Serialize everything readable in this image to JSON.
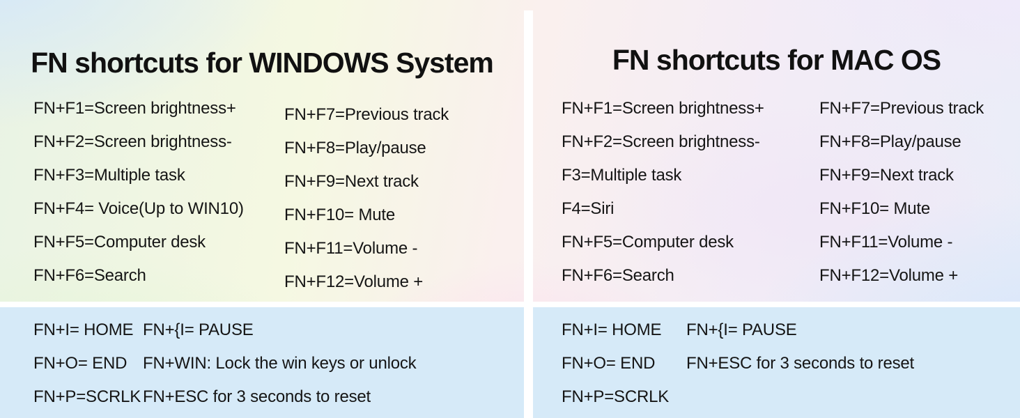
{
  "left_panel": {
    "title": "FN shortcuts for WINDOWS System",
    "column1": [
      "FN+F1=Screen brightness+",
      "FN+F2=Screen brightness-",
      "FN+F3=Multiple task",
      "FN+F4= Voice(Up to WIN10)",
      "FN+F5=Computer desk",
      "FN+F6=Search"
    ],
    "column2": [
      "FN+F7=Previous track",
      "FN+F8=Play/pause",
      "FN+F9=Next track",
      "FN+F10= Mute",
      "FN+F11=Volume -",
      "FN+F12=Volume +"
    ],
    "extra": {
      "column1": [
        "FN+I= HOME",
        "FN+O= END",
        "FN+P=SCRLK"
      ],
      "column2": [
        "FN+{I= PAUSE",
        "FN+WIN: Lock the win keys or unlock",
        "FN+ESC for 3 seconds to reset"
      ]
    }
  },
  "right_panel": {
    "title": "FN shortcuts for MAC OS",
    "column1": [
      "FN+F1=Screen brightness+",
      "FN+F2=Screen brightness-",
      "F3=Multiple task",
      "F4=Siri",
      "FN+F5=Computer desk",
      "FN+F6=Search"
    ],
    "column2": [
      "FN+F7=Previous track",
      "FN+F8=Play/pause",
      "FN+F9=Next track",
      "FN+F10= Mute",
      "FN+F11=Volume -",
      "FN+F12=Volume +"
    ],
    "extra": {
      "column1": [
        "FN+I= HOME",
        "FN+O= END",
        "FN+P=SCRLK"
      ],
      "column2": [
        "FN+{I= PAUSE",
        "FN+ESC for 3 seconds to reset"
      ]
    }
  },
  "colors": {
    "text": "#111111",
    "note_box_bg": "#d6eaf8",
    "divider": "#ffffff"
  }
}
